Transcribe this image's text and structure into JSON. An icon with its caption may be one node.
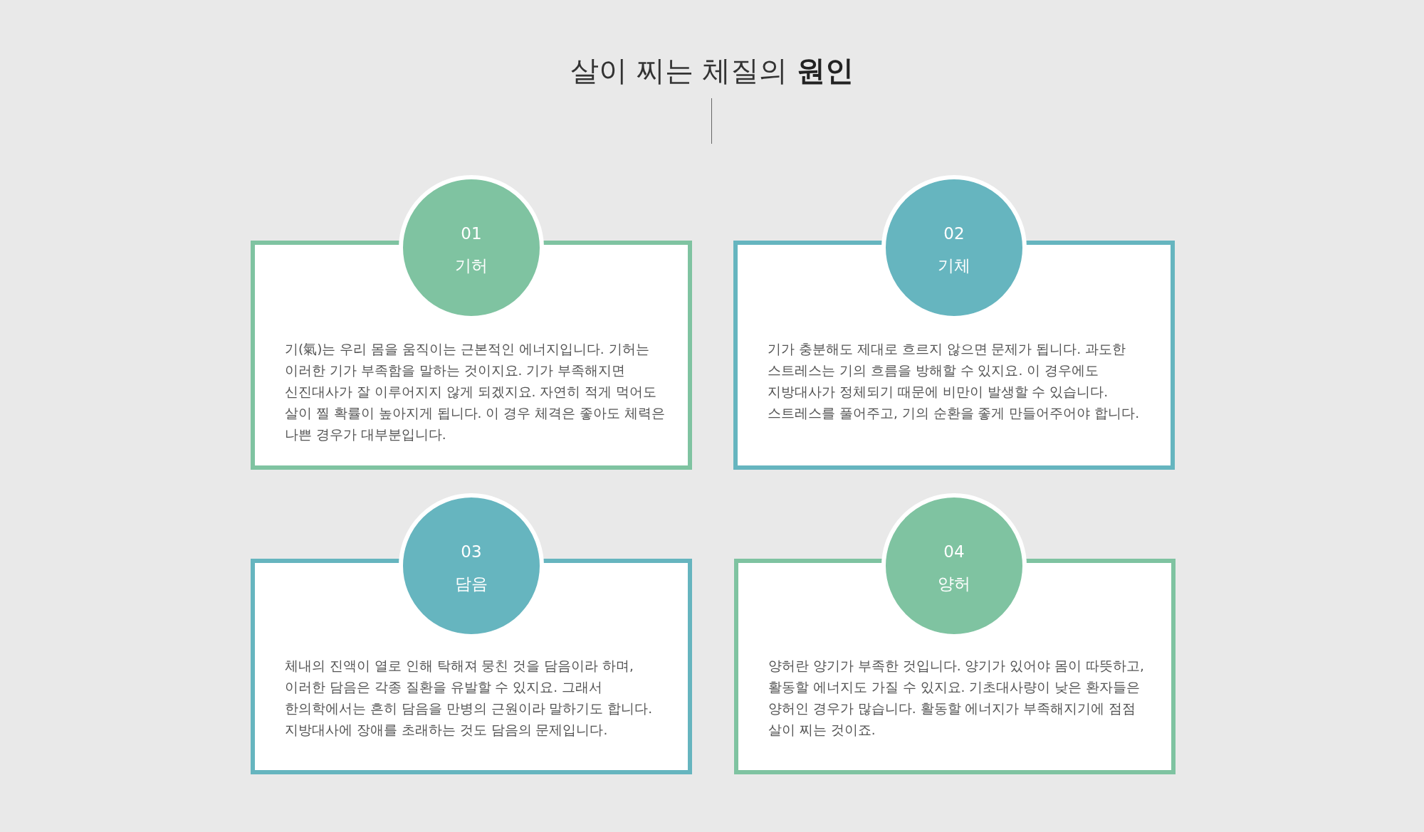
{
  "diagram": {
    "title": "살이 찌는 체질의 **원인**",
    "nodes": [
      {
        "text": [
          "01",
          "기허"
        ]
      },
      {
        "text": [
          "기(氣)는 우리 몸을 움직이는 근본적인 에너지입니다. 기허는 이러한 기가 부족함을 말하는 것이지요. 기가 부족해지면 신진대사가 잘 이루어지지 않게 되겠지요. 자연히 적게 먹어도 살이 찔 확률이 높아지게 됩니다. 이 경우 체격은 좋아도 체력은 나쁜 경우가 대부분입니다."
        ]
      },
      {
        "text": [
          "02",
          "기체"
        ]
      },
      {
        "text": [
          "기가 충분해도 제대로 흐르지 않으면 문제가 됩니다. 과도한 스트레스는 기의 흐름을 방해할 수 있지요. 이 경우에도 지방대사가 정체되기 때문에 비만이 발생할 수 있습니다. 스트레스를 풀어주고, 기의 순환을 좋게 만들어주어야 합니다."
        ]
      },
      {
        "text": [
          "03",
          "담음"
        ]
      },
      {
        "text": [
          "체내의 진액이 열로 인해 탁해져 뭉친 것을 담음이라 하며, 이러한 담음은 각종 질환을 유발할 수 있지요. 그래서 한의학에서는 흔히 담음을 만병의 근원이라 말하기도 합니다. 지방대사에 장애를 초래하는 것도 담음의 문제입니다."
        ]
      },
      {
        "text": [
          "04",
          "양허"
        ]
      },
      {
        "text": [
          "양허란 양기가 부족한 것입니다. 양기가 있어야 몸이 따뜻하고, 활동할 에너지도 가질 수 있지요. 기초대사량이 낮은 환자들은 양허인 경우가 많습니다. 활동할 에너지가 부족해지기에 점점 살이 찌는 것이죠."
        ]
      }
    ],
    "edges": []
  }
}
